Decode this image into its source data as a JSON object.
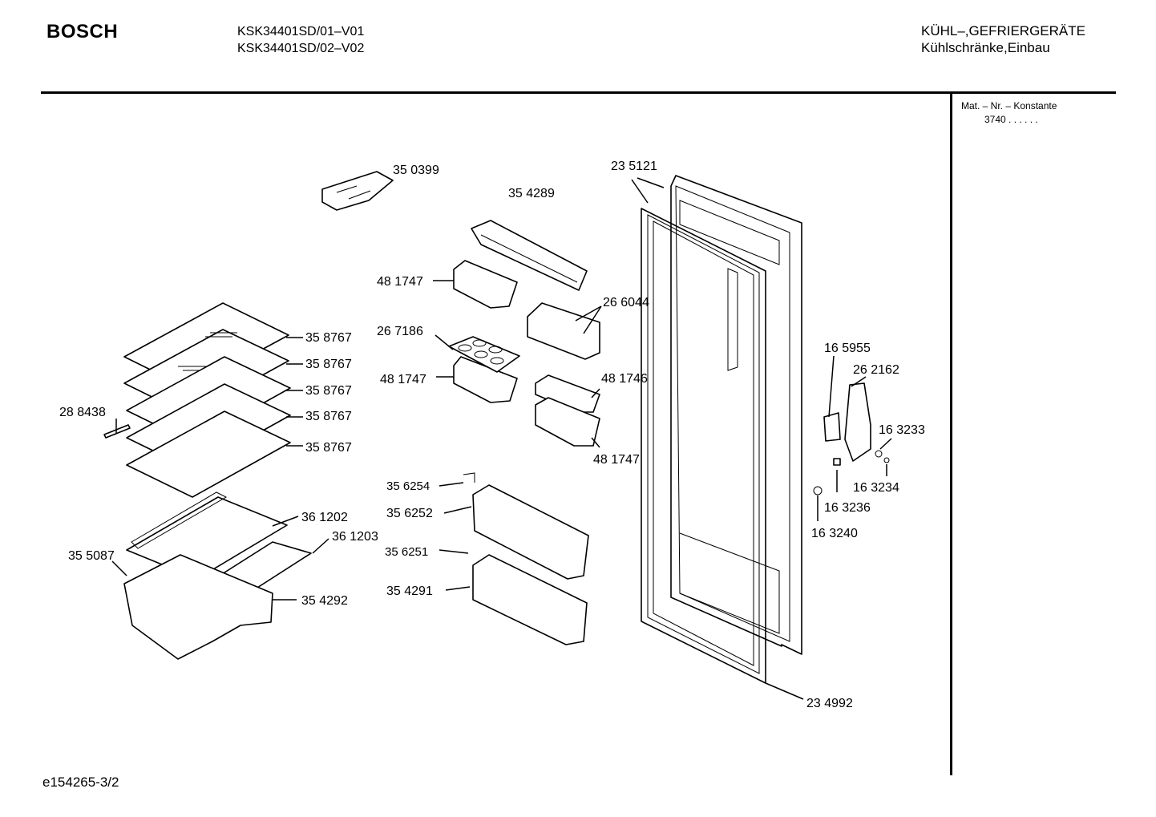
{
  "header": {
    "brand": "BOSCH",
    "models": [
      "KSK34401SD/01–V01",
      "KSK34401SD/02–V02"
    ],
    "category": [
      "KÜHL–,GEFRIERGERÄTE",
      "Kühlschränke,Einbau"
    ]
  },
  "side_note": {
    "title": "Mat. – Nr. – Konstante",
    "value": "3740  .  .    .  .  .  ."
  },
  "parts": [
    "35 0399",
    "35 4289",
    "23 5121",
    "48 1747",
    "26 6044",
    "26 7186",
    "35 8767",
    "48 1747",
    "35 8767",
    "35 8767",
    "28 8438",
    "35 8767",
    "35 8767",
    "48 1746",
    "48 1747",
    "16 5955",
    "26 2162",
    "16 3233",
    "16 3234",
    "16 3236",
    "16 3240",
    "35 6254",
    "35 6252",
    "36 1202",
    "36 1203",
    "35 5087",
    "35  6251",
    "35 4291",
    "35 4292",
    "23 4992"
  ],
  "footer": "e154265-3/2"
}
